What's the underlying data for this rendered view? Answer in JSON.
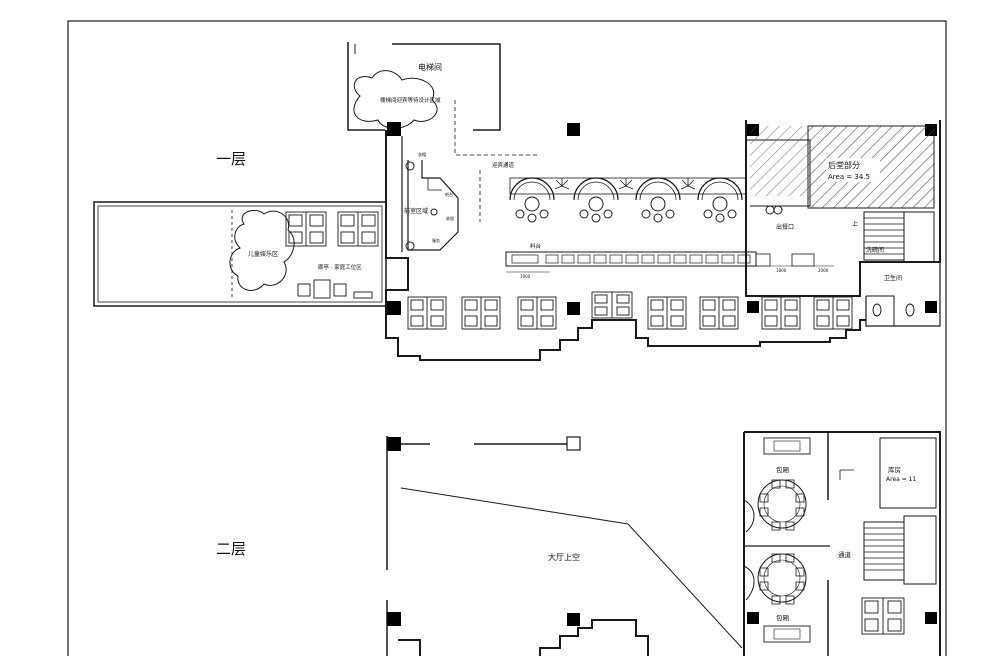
{
  "floors": {
    "first": "一层",
    "second": "二层"
  },
  "rooms_first_floor": {
    "elevator_hall": "电梯间",
    "elevator_welcome": "楼梯间迎宾等待设计区域",
    "front_desk": "前室区域",
    "welcome_channel": "迎宾通道",
    "kids_play": "儿童娱乐区",
    "pavilion": "廊亭 · 家庭工位区",
    "back_kitchen": "后堂部分",
    "back_kitchen_area": "Area = 34.5",
    "food_exit": "出餐口",
    "dish_wash": "洗碗间",
    "toilet": "卫生间",
    "condiments": "料台",
    "up": "上",
    "side_labels": [
      "衣帽",
      "吧台",
      "收银",
      "服务"
    ]
  },
  "rooms_second_floor": {
    "hall_void": "大厅上空",
    "private_room_top": "包厢",
    "private_room_bottom": "包厢",
    "storage": "库房",
    "storage_area": "Area = 11",
    "corridor": "通道"
  },
  "dimensions": [
    "1900",
    "1800",
    "2000"
  ],
  "colors": {
    "line": "#1a1a1a",
    "column": "#000000",
    "hatch": "#555555"
  }
}
